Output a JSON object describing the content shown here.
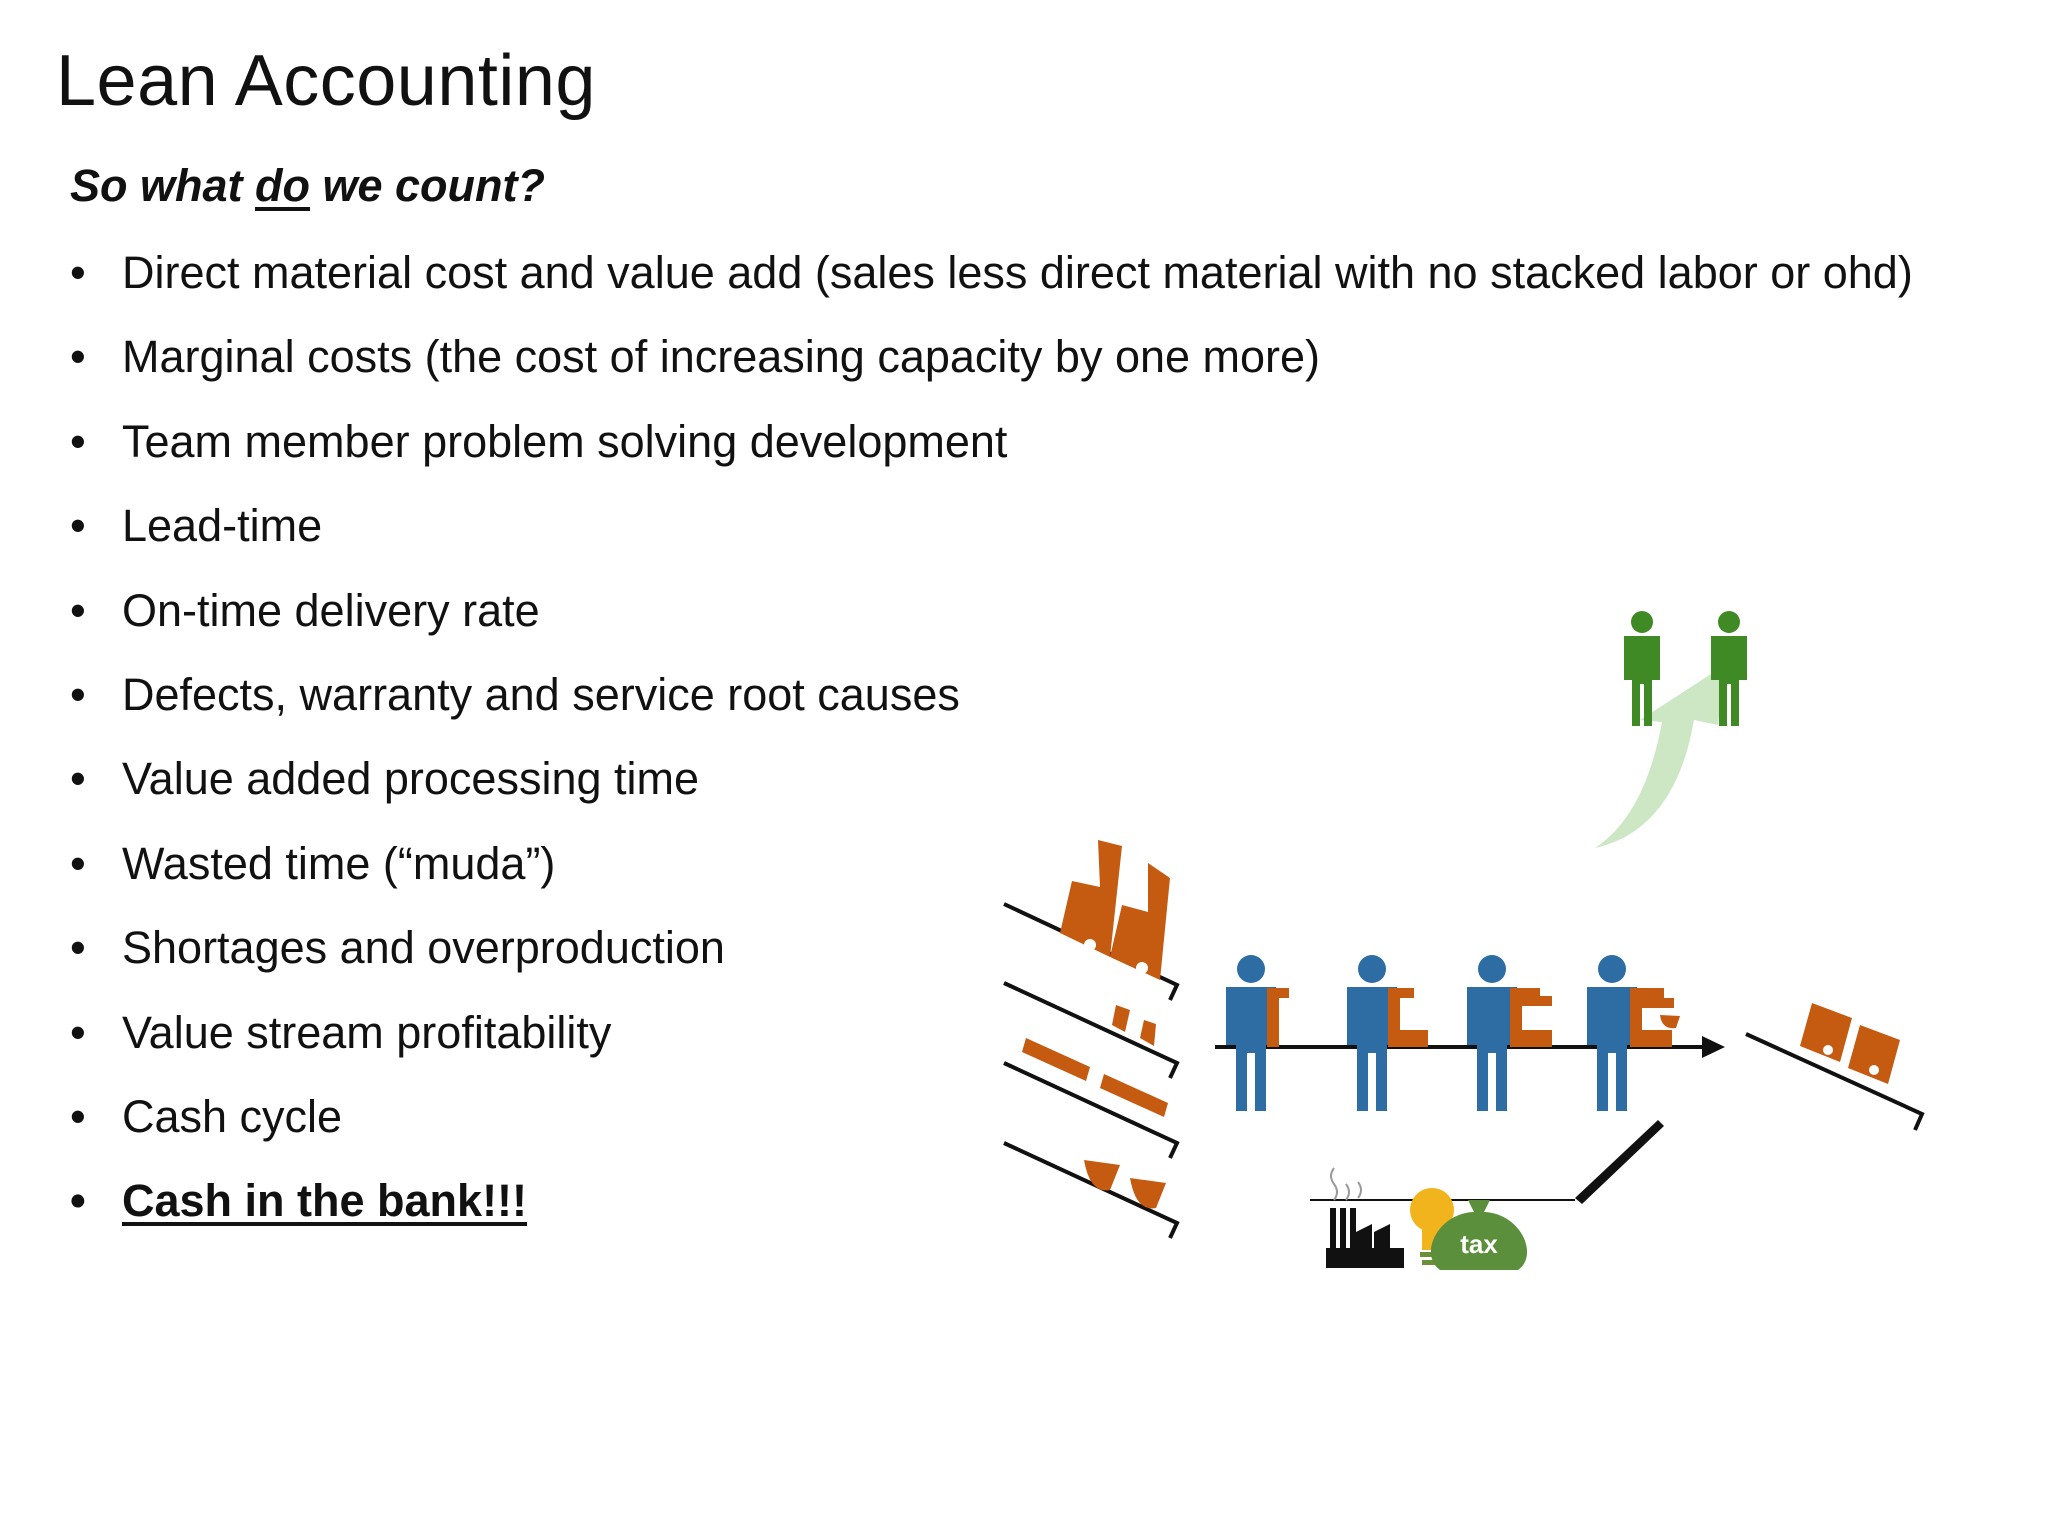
{
  "slide": {
    "title": "Lean Accounting",
    "subtitle_pre": "So what ",
    "subtitle_emph": "do",
    "subtitle_post": " we count?"
  },
  "bullets": [
    "Direct material cost and value add (sales less direct material with no stacked labor or ohd)",
    "Marginal costs (the cost of increasing capacity by one more)",
    "Team member problem solving development",
    "Lead-time",
    "On-time delivery rate",
    "Defects, warranty and service root causes",
    "Value added processing time",
    "Wasted time (“muda”)",
    "Shortages and overproduction",
    "Value stream profitability",
    "Cash cycle",
    "Cash in the bank!!!"
  ],
  "diagram": {
    "tax_label": "tax",
    "colors": {
      "worker": "#2e6da4",
      "part": "#c55a11",
      "freed_worker": "#3f8a24",
      "arrow_up": "#cde7c4",
      "bulb": "#f2b41c",
      "money_bag": "#5c8f3c"
    },
    "icons": [
      "worker-icon",
      "coffee-machine-part-icon",
      "factory-icon",
      "lightbulb-icon",
      "money-bag-icon",
      "pen-icon"
    ]
  }
}
